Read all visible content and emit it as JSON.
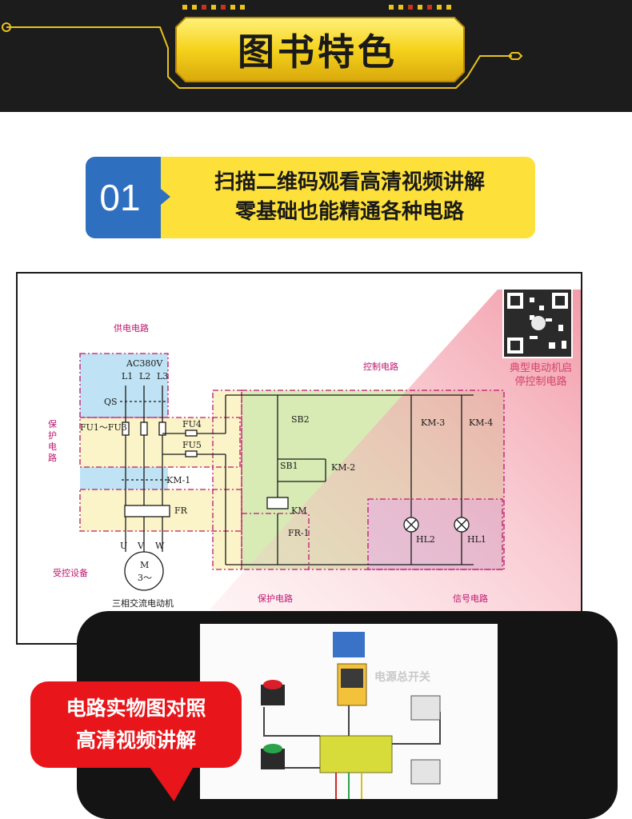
{
  "banner": {
    "title": "图书特色"
  },
  "feature": {
    "number": "01",
    "line1": "扫描二维码观看高清视频讲解",
    "line2": "零基础也能精通各种电路"
  },
  "diagram": {
    "labels": {
      "supply_circuit": "供电电路",
      "control_circuit": "控制电路",
      "protection_side": "保护电路",
      "protection_bottom": "保护电路",
      "signal_circuit": "信号电路",
      "controlled_device": "受控设备",
      "motor_name": "三相交流电动机",
      "ac": "AC380V",
      "l1": "L1",
      "l2": "L2",
      "l3": "L3",
      "qs": "QS",
      "fu13": "FU1～FU3",
      "fu4": "FU4",
      "fu5": "FU5",
      "km1": "KM-1",
      "fr": "FR",
      "u": "U",
      "v": "V",
      "w": "W",
      "motor_m": "M",
      "motor_3": "3～",
      "sb2": "SB2",
      "sb1": "SB1",
      "km2": "KM-2",
      "km": "KM",
      "fr1": "FR-1",
      "km3": "KM-3",
      "km4": "KM-4",
      "hl2": "HL2",
      "hl1": "HL1"
    },
    "qr_caption_line1": "典型电动机启",
    "qr_caption_line2": "停控制电路"
  },
  "phone": {
    "screen_label": "电源总开关"
  },
  "bubble": {
    "line1": "电路实物图对照",
    "line2": "高清视频讲解"
  }
}
